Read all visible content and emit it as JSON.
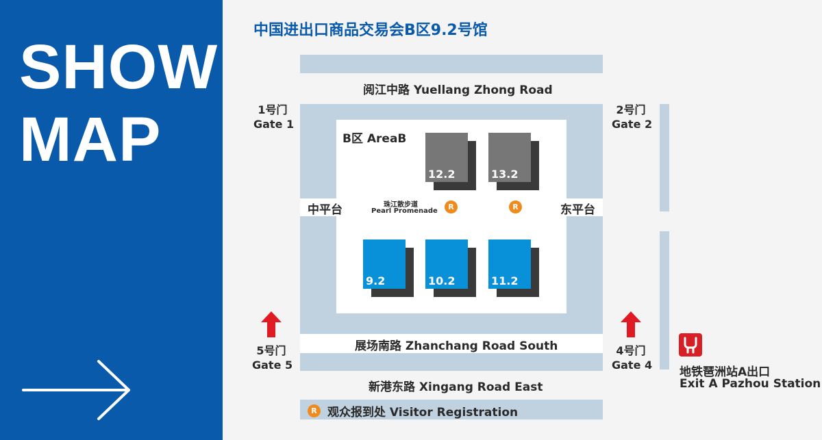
{
  "left_panel": {
    "title_line1": "SHOW",
    "title_line2": "MAP",
    "accent": "#0a5aab",
    "arrow": "arrow-right-icon"
  },
  "map": {
    "title": "中国进出口商品交易会B区9.2号馆",
    "roads": {
      "top": "阅江中路 Yuellang Zhong Road",
      "south": "展场南路  Zhanchang Road South",
      "east": "新港东路  Xingang Road East"
    },
    "area_label": "B区 AreaB",
    "mid_platform": "中平台",
    "east_platform": "东平台",
    "promenade": {
      "cn": "珠江散步道",
      "en": "Pearl Promenade"
    },
    "gates": {
      "gate1": {
        "cn": "1号门",
        "en": "Gate 1"
      },
      "gate2": {
        "cn": "2号门",
        "en": "Gate 2"
      },
      "gate5": {
        "cn": "5号门",
        "en": "Gate 5"
      },
      "gate4": {
        "cn": "4号门",
        "en": "Gate 4"
      }
    },
    "halls": {
      "h122": "12.2",
      "h132": "13.2",
      "h92": "9.2",
      "h102": "10.2",
      "h112": "11.2"
    },
    "registration_marker": "R",
    "visitor_registration": "观众报到处  Visitor Registration",
    "metro": {
      "cn": "地铁琶洲站A出口",
      "en": "Exit A Pazhou Station"
    },
    "colors": {
      "band": "#c0d2e0",
      "hall_gray": "#777777",
      "hall_blue": "#0891d8",
      "registration": "#f18a1c",
      "gate_arrow": "#e01a22",
      "metro": "#d71f26"
    }
  }
}
